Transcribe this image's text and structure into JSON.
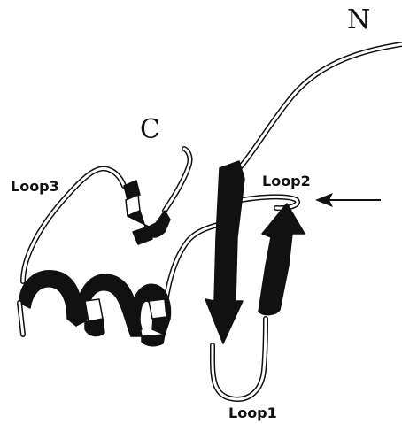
{
  "labels": {
    "n_terminus": "N",
    "c_terminus": "C",
    "loop1": "Loop1",
    "loop2": "Loop2",
    "loop3": "Loop3"
  },
  "colors": {
    "ink": "#111111",
    "background": "#ffffff"
  }
}
